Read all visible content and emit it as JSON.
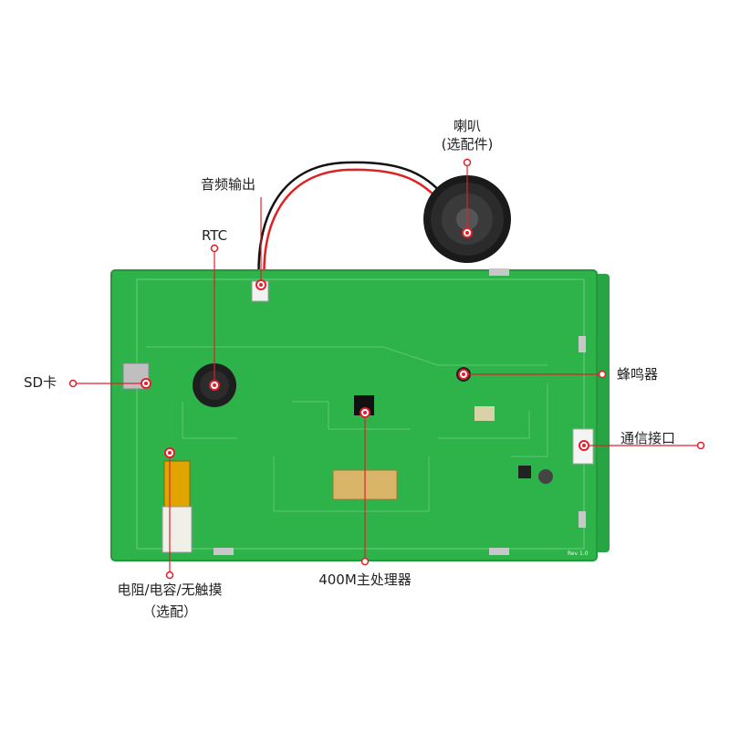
{
  "callouts": {
    "speaker": {
      "line1": "喇叭",
      "line2": "(选配件)"
    },
    "audio_out": "音频输出",
    "rtc": "RTC",
    "sd_card": "SD卡",
    "buzzer": "蜂鸣器",
    "comm_port": "通信接口",
    "touch": {
      "line1": "电阻/电容/无触摸",
      "line2": "（选配）"
    },
    "processor": "400M主处理器"
  },
  "board": {
    "rev_label": "Rev 1.0"
  },
  "colors": {
    "pcb_green": "#2eb24a",
    "pcb_edge": "#229a3c",
    "trace": "#56c46a",
    "leader": "#e2202b",
    "text": "#222222"
  }
}
